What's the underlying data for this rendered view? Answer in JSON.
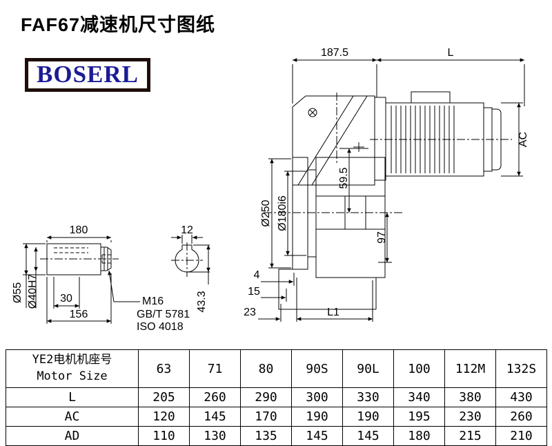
{
  "title": "FAF67减速机尺寸图纸",
  "logo": {
    "text": "BOSERL"
  },
  "drawing": {
    "dims": {
      "top_width": "187.5",
      "motor_length": "L",
      "motor_height": "AC",
      "flange_dia": "Ø250",
      "spigot_dia": "Ø180i6",
      "center_to_top": "59.5",
      "center_to_bottom": "97",
      "step_4": "4",
      "step_15": "15",
      "step_23": "23",
      "foot_length": "L1",
      "shaft_overall": "180",
      "keyway_width": "12",
      "shaft_dia": "Ø55",
      "bore_dia": "Ø40H7",
      "dim_30": "30",
      "dim_156": "156",
      "thread": "M16",
      "standard_gb": "GB/T 5781",
      "standard_iso": "ISO 4018",
      "keyway_height": "43.3"
    }
  },
  "table": {
    "header_line1": "YE2电机机座号",
    "header_line2": "Motor Size",
    "sizes": [
      "63",
      "71",
      "80",
      "90S",
      "90L",
      "100",
      "112M",
      "132S"
    ],
    "rows": [
      {
        "label": "L",
        "values": [
          "205",
          "260",
          "290",
          "300",
          "330",
          "340",
          "380",
          "430"
        ]
      },
      {
        "label": "AC",
        "values": [
          "120",
          "145",
          "170",
          "190",
          "190",
          "195",
          "230",
          "260"
        ]
      },
      {
        "label": "AD",
        "values": [
          "110",
          "130",
          "135",
          "145",
          "145",
          "180",
          "215",
          "210"
        ]
      }
    ]
  }
}
